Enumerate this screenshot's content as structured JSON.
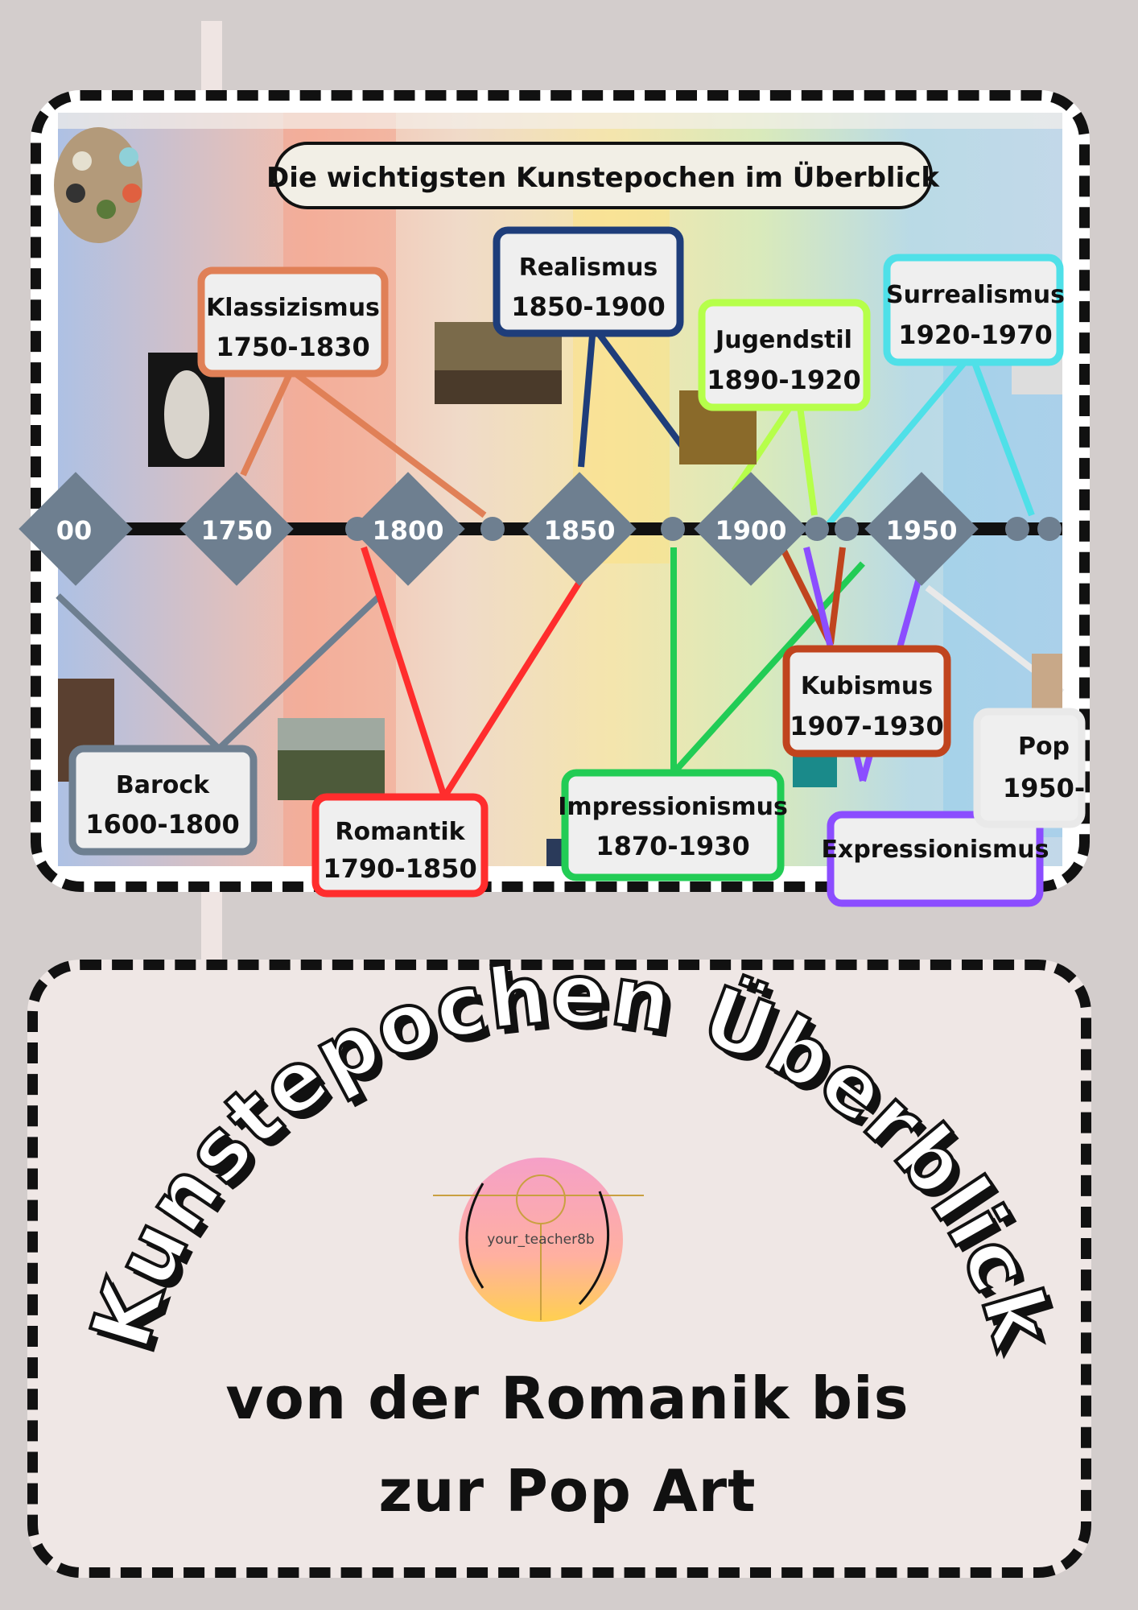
{
  "timeline": {
    "title": "Die wichtigsten Kunstepochen im Überblick",
    "years": [
      "00",
      "1750",
      "1800",
      "1850",
      "1900",
      "1950"
    ],
    "epochs": [
      {
        "name": "Barock",
        "range": "1600-1800",
        "color": "#6e7f90"
      },
      {
        "name": "Klassizismus",
        "range": "1750-1830",
        "color": "#e08057"
      },
      {
        "name": "Romantik",
        "range": "1790-1850",
        "color": "#ff2d2d"
      },
      {
        "name": "Realismus",
        "range": "1850-1900",
        "color": "#1e3d7a"
      },
      {
        "name": "Impressionismus",
        "range": "1870-1930",
        "color": "#22cc55"
      },
      {
        "name": "Jugendstil",
        "range": "1890-1920",
        "color": "#b6ff4a"
      },
      {
        "name": "Kubismus",
        "range": "1907-1930",
        "color": "#c0441e"
      },
      {
        "name": "Expressionismus",
        "range": "",
        "color": "#8b4dff"
      },
      {
        "name": "Surrealismus",
        "range": "1920-1970",
        "color": "#4fe0e8"
      },
      {
        "name": "Pop",
        "range": "1950-",
        "color": "#e9e9e9"
      }
    ]
  },
  "poster": {
    "headline": "Kunstepochen Überblick",
    "logo_text": "your_teacher8b",
    "subtitle_line1": "von der Romanik bis",
    "subtitle_line2": "zur Pop Art"
  }
}
